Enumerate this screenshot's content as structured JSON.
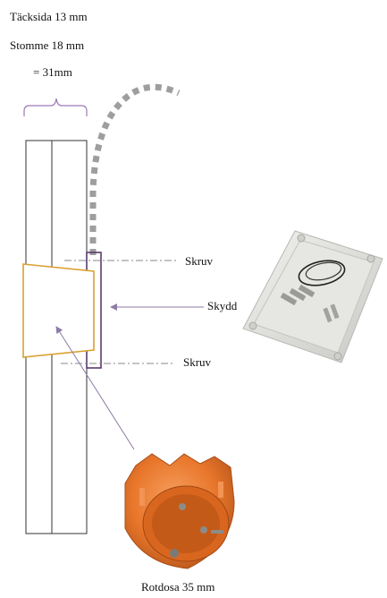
{
  "header": {
    "line1": "Täcksida 13 mm",
    "line2": "Stomme 18 mm",
    "line3": "= 31mm"
  },
  "labels": {
    "screw_top": "Skruv",
    "guard": "Skydd",
    "screw_bottom": "Skruv",
    "box": "Rotdosa 35 mm"
  },
  "colors": {
    "wall_line": "#333333",
    "box_outline": "#D8A030",
    "guard_outline": "#5A3A6E",
    "brace": "#9B7AB8",
    "arrow": "#8E7BA6",
    "dashed_cable": "#9E9E9E",
    "dash_dot_line": "#8A8A8A",
    "orange_box": "#E8762B",
    "grey_enclosure": "#DCDCD8"
  }
}
